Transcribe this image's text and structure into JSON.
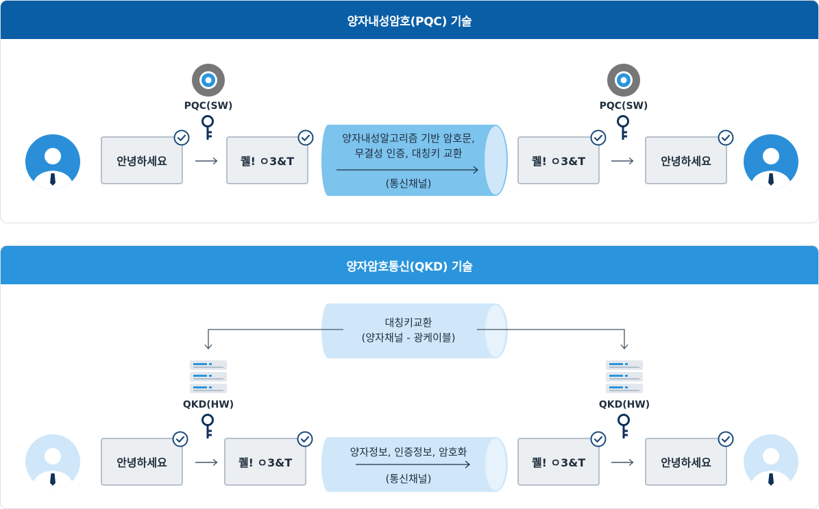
{
  "pqc": {
    "title": "양자내성암호(PQC) 기술",
    "key_label": "PQC(SW)",
    "plain_text": "안녕하세요",
    "cipher_text": "퀠! ㅇ3&T",
    "channel_desc_line1": "양자내성알고리즘 기반 암호문,",
    "channel_desc_line2": "무결성 인증, 대칭키 교환",
    "channel_label": "(통신채널)"
  },
  "qkd": {
    "title": "양자암호통신(QKD) 기술",
    "key_label": "QKD(HW)",
    "plain_text": "안녕하세요",
    "cipher_text": "퀠! ㅇ3&T",
    "key_exchange_line1": "대칭키교환",
    "key_exchange_line2": "(양자채널 - 광케이블)",
    "channel_desc": "양자정보, 인증정보, 암호화",
    "channel_label": "(통신채널)"
  },
  "colors": {
    "pqc_header": "#0a5ea6",
    "qkd_header": "#2a95dc",
    "check": "#1a4a7a",
    "pipe_pqc": "#7cc3ee",
    "pipe_qkd": "#cfe7f9",
    "avatar_pqc": "#2a8fd8",
    "avatar_qkd": "#cfe7f9",
    "disc_outer": "#777777",
    "disc_inner": "#2a95dc"
  },
  "icons": [
    "check-circle-icon",
    "key-icon",
    "disc-icon",
    "server-icon",
    "user-avatar-icon",
    "arrow-right-icon"
  ]
}
